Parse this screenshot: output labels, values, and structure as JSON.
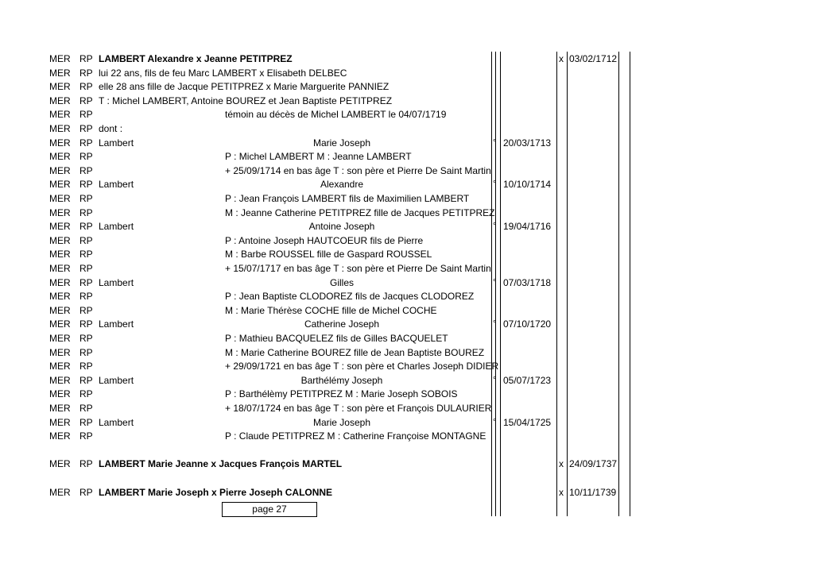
{
  "rows": [
    {
      "mer": "MER",
      "rp": "RP",
      "nom": "LAMBERT Alexandre x Jeanne PETITPREZ",
      "bold": true,
      "prenom": "",
      "detail": "",
      "deg": "",
      "date": "",
      "x": "x",
      "mdate": "03/02/1712"
    },
    {
      "mer": "MER",
      "rp": "RP",
      "nom": "lui 22 ans, fils de feu Marc LAMBERT x Elisabeth DELBEC",
      "bold": false,
      "prenom": "",
      "detail": "",
      "deg": "",
      "date": "",
      "x": "",
      "mdate": ""
    },
    {
      "mer": "MER",
      "rp": "RP",
      "nom": "elle 28 ans fille de Jacque PETITPREZ x Marie Marguerite PANNIEZ",
      "bold": false,
      "prenom": "",
      "detail": "",
      "deg": "",
      "date": "",
      "x": "",
      "mdate": ""
    },
    {
      "mer": "MER",
      "rp": "RP",
      "nom": "T : Michel LAMBERT, Antoine BOUREZ et Jean Baptiste PETITPREZ",
      "bold": false,
      "prenom": "",
      "detail": "",
      "deg": "",
      "date": "",
      "x": "",
      "mdate": ""
    },
    {
      "mer": "MER",
      "rp": "RP",
      "nom": "",
      "bold": false,
      "prenom": "",
      "detail": "témoin au décès de Michel LAMBERT le 04/07/1719",
      "deg": "",
      "date": "",
      "x": "",
      "mdate": ""
    },
    {
      "mer": "MER",
      "rp": "RP",
      "nom": "dont :",
      "bold": false,
      "prenom": "",
      "detail": "",
      "deg": "",
      "date": "",
      "x": "",
      "mdate": ""
    },
    {
      "mer": "MER",
      "rp": "RP",
      "nom": "Lambert",
      "bold": false,
      "prenom": "Marie Joseph",
      "detail": "",
      "deg": "°",
      "date": "20/03/1713",
      "x": "",
      "mdate": ""
    },
    {
      "mer": "MER",
      "rp": "RP",
      "nom": "",
      "bold": false,
      "prenom": "",
      "detail": "P : Michel LAMBERT M : Jeanne LAMBERT",
      "deg": "",
      "date": "",
      "x": "",
      "mdate": ""
    },
    {
      "mer": "MER",
      "rp": "RP",
      "nom": "",
      "bold": false,
      "prenom": "",
      "detail": " + 25/09/1714 en bas âge T : son père et Pierre De Saint Martin",
      "deg": "",
      "date": "",
      "x": "",
      "mdate": ""
    },
    {
      "mer": "MER",
      "rp": "RP",
      "nom": "Lambert",
      "bold": false,
      "prenom": "Alexandre",
      "detail": "",
      "deg": "°",
      "date": "10/10/1714",
      "x": "",
      "mdate": ""
    },
    {
      "mer": "MER",
      "rp": "RP",
      "nom": "",
      "bold": false,
      "prenom": "",
      "detail": "P : Jean François LAMBERT fils de Maximilien LAMBERT",
      "deg": "",
      "date": "",
      "x": "",
      "mdate": ""
    },
    {
      "mer": "MER",
      "rp": "RP",
      "nom": "",
      "bold": false,
      "prenom": "",
      "detail": "M : Jeanne Catherine PETITPREZ fille de Jacques PETITPREZ",
      "deg": "",
      "date": "",
      "x": "",
      "mdate": ""
    },
    {
      "mer": "MER",
      "rp": "RP",
      "nom": "Lambert",
      "bold": false,
      "prenom": "Antoine Joseph",
      "detail": "",
      "deg": "°",
      "date": "19/04/1716",
      "x": "",
      "mdate": ""
    },
    {
      "mer": "MER",
      "rp": "RP",
      "nom": "",
      "bold": false,
      "prenom": "",
      "detail": "P : Antoine Joseph HAUTCOEUR fils de Pierre",
      "deg": "",
      "date": "",
      "x": "",
      "mdate": ""
    },
    {
      "mer": "MER",
      "rp": "RP",
      "nom": "",
      "bold": false,
      "prenom": "",
      "detail": "M : Barbe ROUSSEL fille de Gaspard ROUSSEL",
      "deg": "",
      "date": "",
      "x": "",
      "mdate": ""
    },
    {
      "mer": "MER",
      "rp": "RP",
      "nom": "",
      "bold": false,
      "prenom": "",
      "detail": " + 15/07/1717 en bas âge T : son père et Pierre De Saint Martin",
      "deg": "",
      "date": "",
      "x": "",
      "mdate": ""
    },
    {
      "mer": "MER",
      "rp": "RP",
      "nom": "Lambert",
      "bold": false,
      "prenom": "Gilles",
      "detail": "",
      "deg": "°",
      "date": "07/03/1718",
      "x": "",
      "mdate": ""
    },
    {
      "mer": "MER",
      "rp": "RP",
      "nom": "",
      "bold": false,
      "prenom": "",
      "detail": "P : Jean Baptiste CLODOREZ fils de Jacques CLODOREZ",
      "deg": "",
      "date": "",
      "x": "",
      "mdate": ""
    },
    {
      "mer": "MER",
      "rp": "RP",
      "nom": "",
      "bold": false,
      "prenom": "",
      "detail": "M : Marie Thérèse COCHE fille de Michel COCHE",
      "deg": "",
      "date": "",
      "x": "",
      "mdate": ""
    },
    {
      "mer": "MER",
      "rp": "RP",
      "nom": "Lambert",
      "bold": false,
      "prenom": "Catherine Joseph",
      "detail": "",
      "deg": "°",
      "date": "07/10/1720",
      "x": "",
      "mdate": ""
    },
    {
      "mer": "MER",
      "rp": "RP",
      "nom": "",
      "bold": false,
      "prenom": "",
      "detail": "P : Mathieu BACQUELEZ fils de Gilles BACQUELET",
      "deg": "",
      "date": "",
      "x": "",
      "mdate": ""
    },
    {
      "mer": "MER",
      "rp": "RP",
      "nom": "",
      "bold": false,
      "prenom": "",
      "detail": "M : Marie Catherine BOUREZ fille de Jean Baptiste BOUREZ",
      "deg": "",
      "date": "",
      "x": "",
      "mdate": ""
    },
    {
      "mer": "MER",
      "rp": "RP",
      "nom": "",
      "bold": false,
      "prenom": "",
      "detail": " + 29/09/1721 en bas âge T : son père et Charles Joseph DIDIER",
      "deg": "",
      "date": "",
      "x": "",
      "mdate": ""
    },
    {
      "mer": "MER",
      "rp": "RP",
      "nom": "Lambert",
      "bold": false,
      "prenom": "Barthélémy Joseph",
      "detail": "",
      "deg": "°",
      "date": "05/07/1723",
      "x": "",
      "mdate": ""
    },
    {
      "mer": "MER",
      "rp": "RP",
      "nom": "",
      "bold": false,
      "prenom": "",
      "detail": "P : Barthélèmy PETITPREZ M : Marie Joseph SOBOIS",
      "deg": "",
      "date": "",
      "x": "",
      "mdate": ""
    },
    {
      "mer": "MER",
      "rp": "RP",
      "nom": "",
      "bold": false,
      "prenom": "",
      "detail": " + 18/07/1724 en bas âge T : son père et François DULAURIER",
      "deg": "",
      "date": "",
      "x": "",
      "mdate": ""
    },
    {
      "mer": "MER",
      "rp": "RP",
      "nom": "Lambert",
      "bold": false,
      "prenom": "Marie Joseph",
      "detail": "",
      "deg": "°",
      "date": "15/04/1725",
      "x": "",
      "mdate": ""
    },
    {
      "mer": "MER",
      "rp": "RP",
      "nom": "",
      "bold": false,
      "prenom": "",
      "detail": "P : Claude PETITPREZ M : Catherine Françoise MONTAGNE",
      "deg": "",
      "date": "",
      "x": "",
      "mdate": ""
    },
    {
      "mer": "",
      "rp": "",
      "nom": "",
      "bold": false,
      "prenom": "",
      "detail": "",
      "deg": "",
      "date": "",
      "x": "",
      "mdate": ""
    },
    {
      "mer": "MER",
      "rp": "RP",
      "nom": "LAMBERT Marie Jeanne x Jacques François MARTEL",
      "bold": true,
      "prenom": "",
      "detail": "",
      "deg": "",
      "date": "",
      "x": "x",
      "mdate": "24/09/1737"
    },
    {
      "mer": "",
      "rp": "",
      "nom": "",
      "bold": false,
      "prenom": "",
      "detail": "",
      "deg": "",
      "date": "",
      "x": "",
      "mdate": ""
    },
    {
      "mer": "MER",
      "rp": "RP",
      "nom": "LAMBERT Marie Joseph x Pierre Joseph CALONNE",
      "bold": true,
      "prenom": "",
      "detail": "",
      "deg": "",
      "date": "",
      "x": "x",
      "mdate": "10/11/1739"
    }
  ],
  "footer": {
    "page_label": "page 27"
  }
}
